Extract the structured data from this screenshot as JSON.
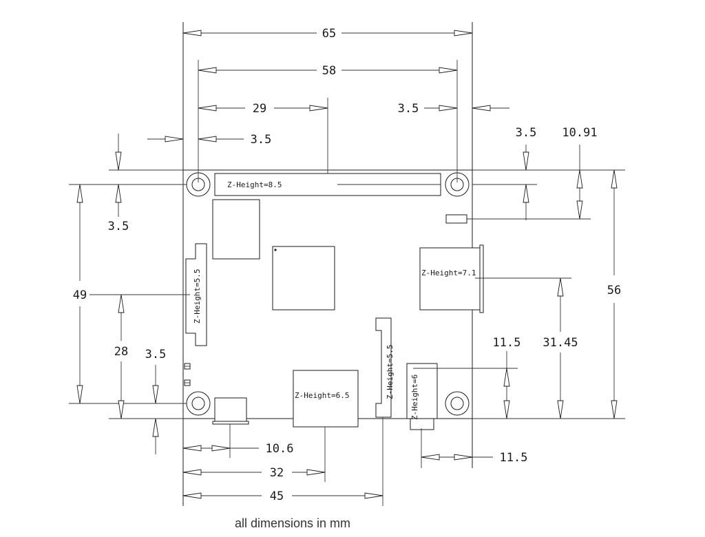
{
  "dimensions": {
    "width_overall": "65",
    "hole_spacing_x": "58",
    "connector_center": "29",
    "hole_offset_right": "3.5",
    "hole_offset_left": "3.5",
    "top_right_small": "3.5",
    "led_offset": "10.91",
    "hole_offset_top": "3.5",
    "hole_spacing_y": "49",
    "height_overall": "56",
    "mid_left": "28",
    "bottom_hole_offset": "3.5",
    "right_conn_center": "31.45",
    "audio_center": "11.5",
    "usb_a": "10.6",
    "usb_b": "32",
    "ribbon_pos": "45",
    "bottom_right_offset": "11.5"
  },
  "z_heights": {
    "top_header": "Z-Height=8.5",
    "left_ribbon": "Z-Height=5.5",
    "right_jack": "Z-Height=7.1",
    "mid_ribbon": "Z-Height=5.5",
    "bottom_block": "Z-Height=6.5",
    "audio": "Z-Height=6"
  },
  "caption": "all dimensions in mm"
}
